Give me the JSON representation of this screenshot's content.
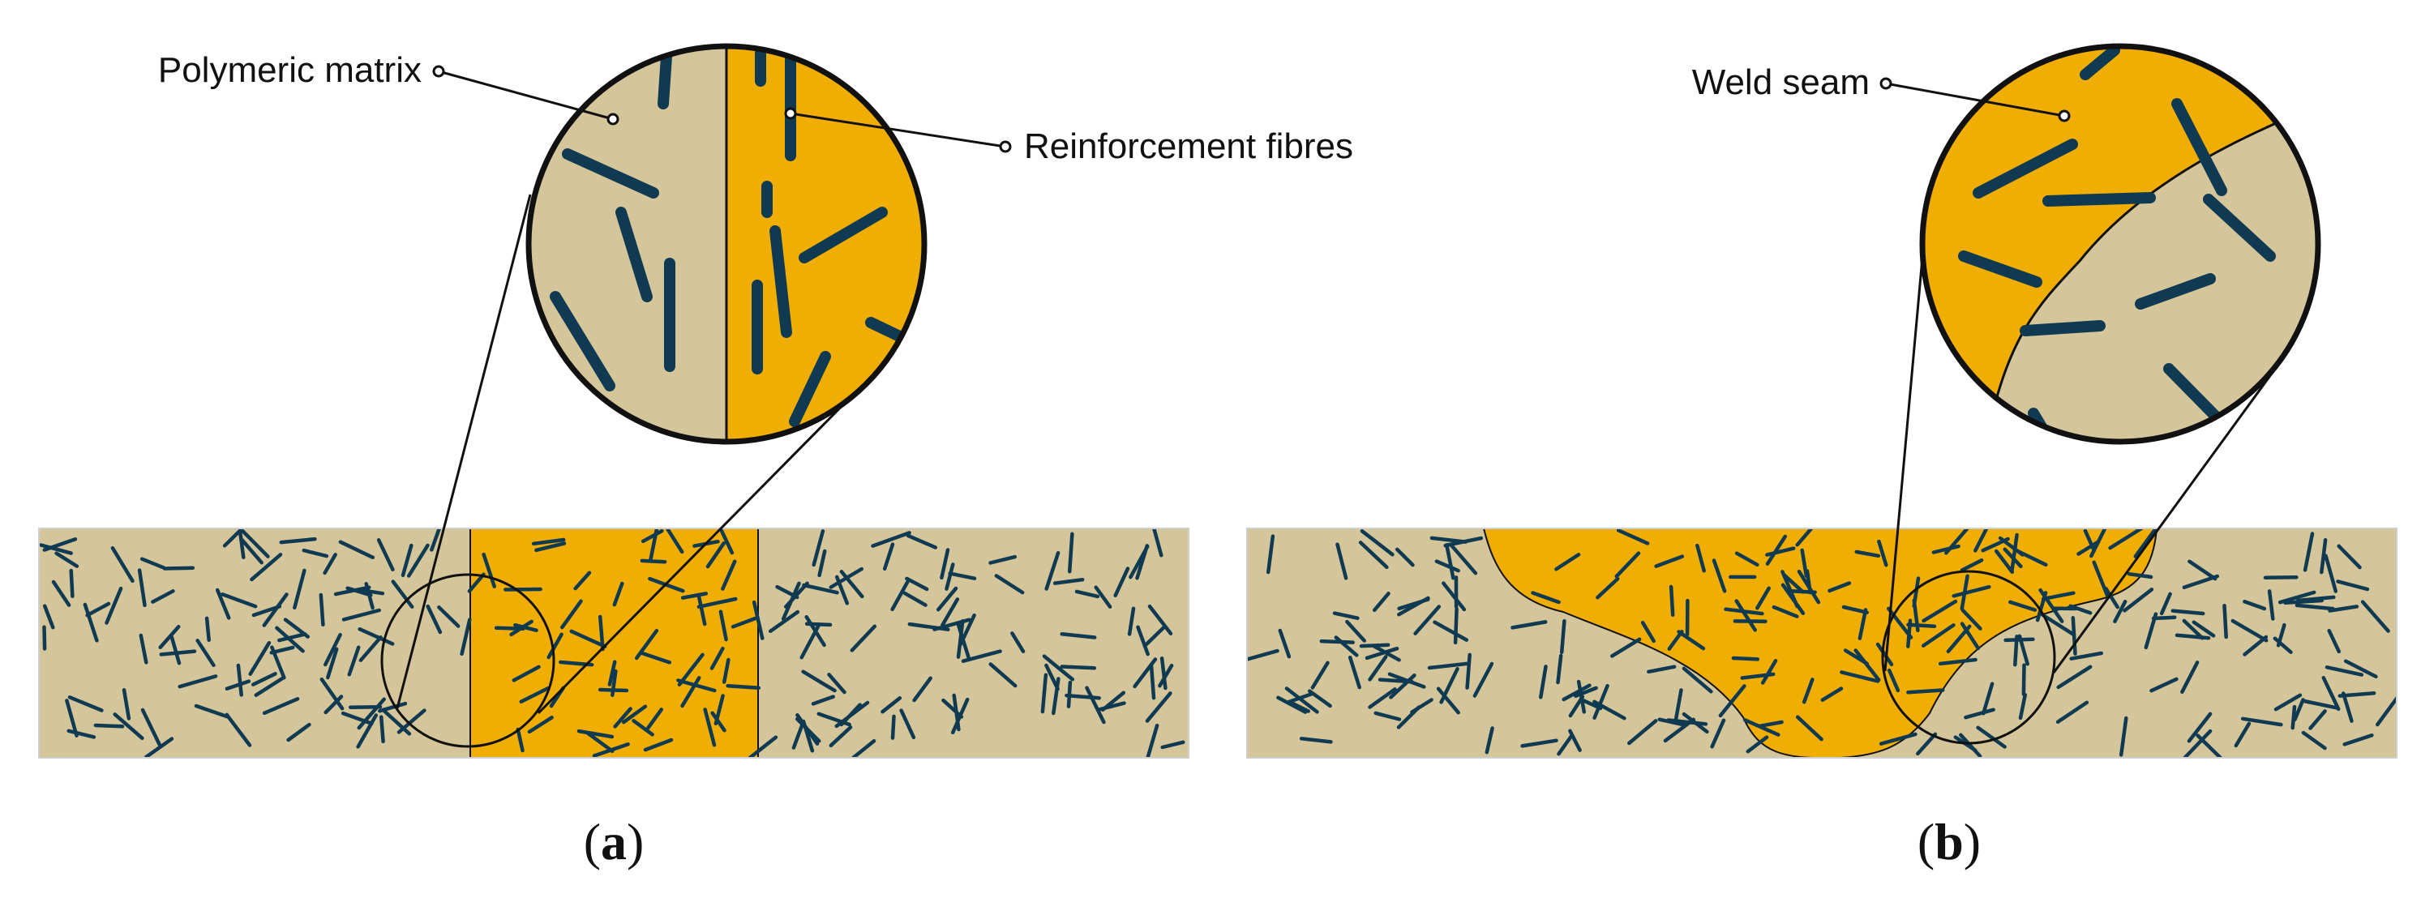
{
  "panels": [
    {
      "id": "a",
      "caption": "a",
      "callouts": [
        {
          "label": "Polymeric matrix"
        },
        {
          "label": "Reinforcement fibres"
        }
      ]
    },
    {
      "id": "b",
      "caption": "b",
      "callouts": [
        {
          "label": "Weld seam"
        }
      ]
    }
  ],
  "colors": {
    "matrix": "#d4c59a",
    "weld": "#f0ae02",
    "fibre": "#0f3a52",
    "outline": "#111111"
  }
}
